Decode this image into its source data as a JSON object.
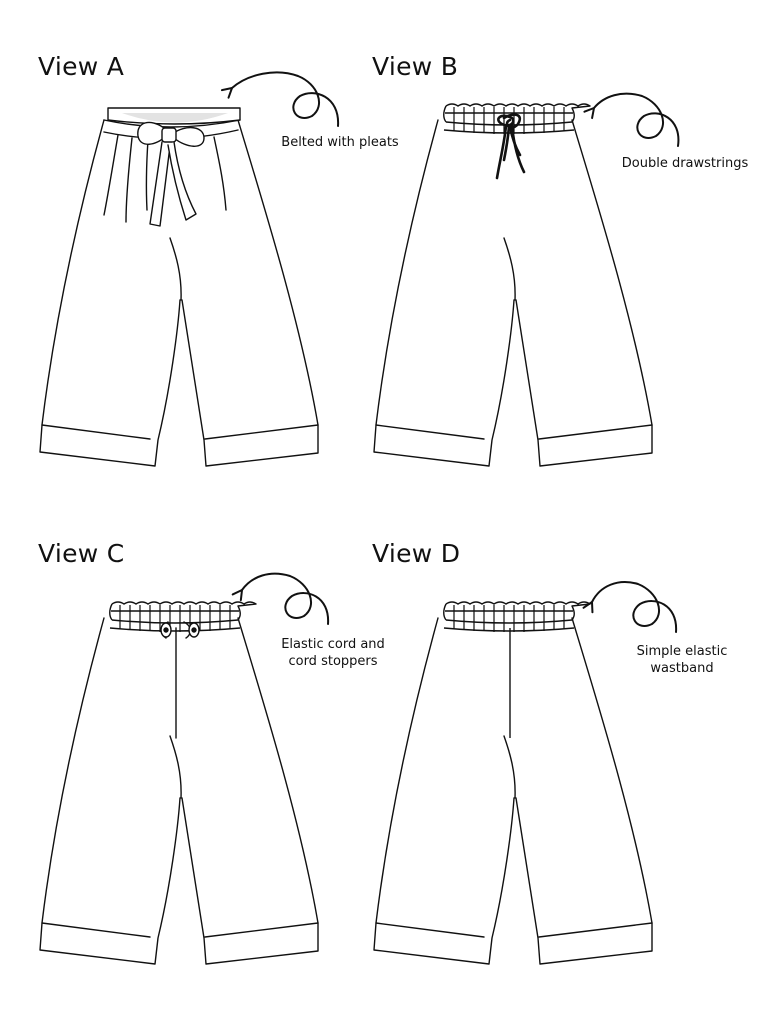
{
  "views": [
    {
      "title": "View A",
      "note_lines": [
        "Belted with pleats"
      ]
    },
    {
      "title": "View B",
      "note_lines": [
        "Double drawstrings"
      ]
    },
    {
      "title": "View C",
      "note_lines": [
        "Elastic cord and",
        "cord stoppers"
      ]
    },
    {
      "title": "View D",
      "note_lines": [
        "Simple elastic",
        "wastband"
      ]
    }
  ]
}
